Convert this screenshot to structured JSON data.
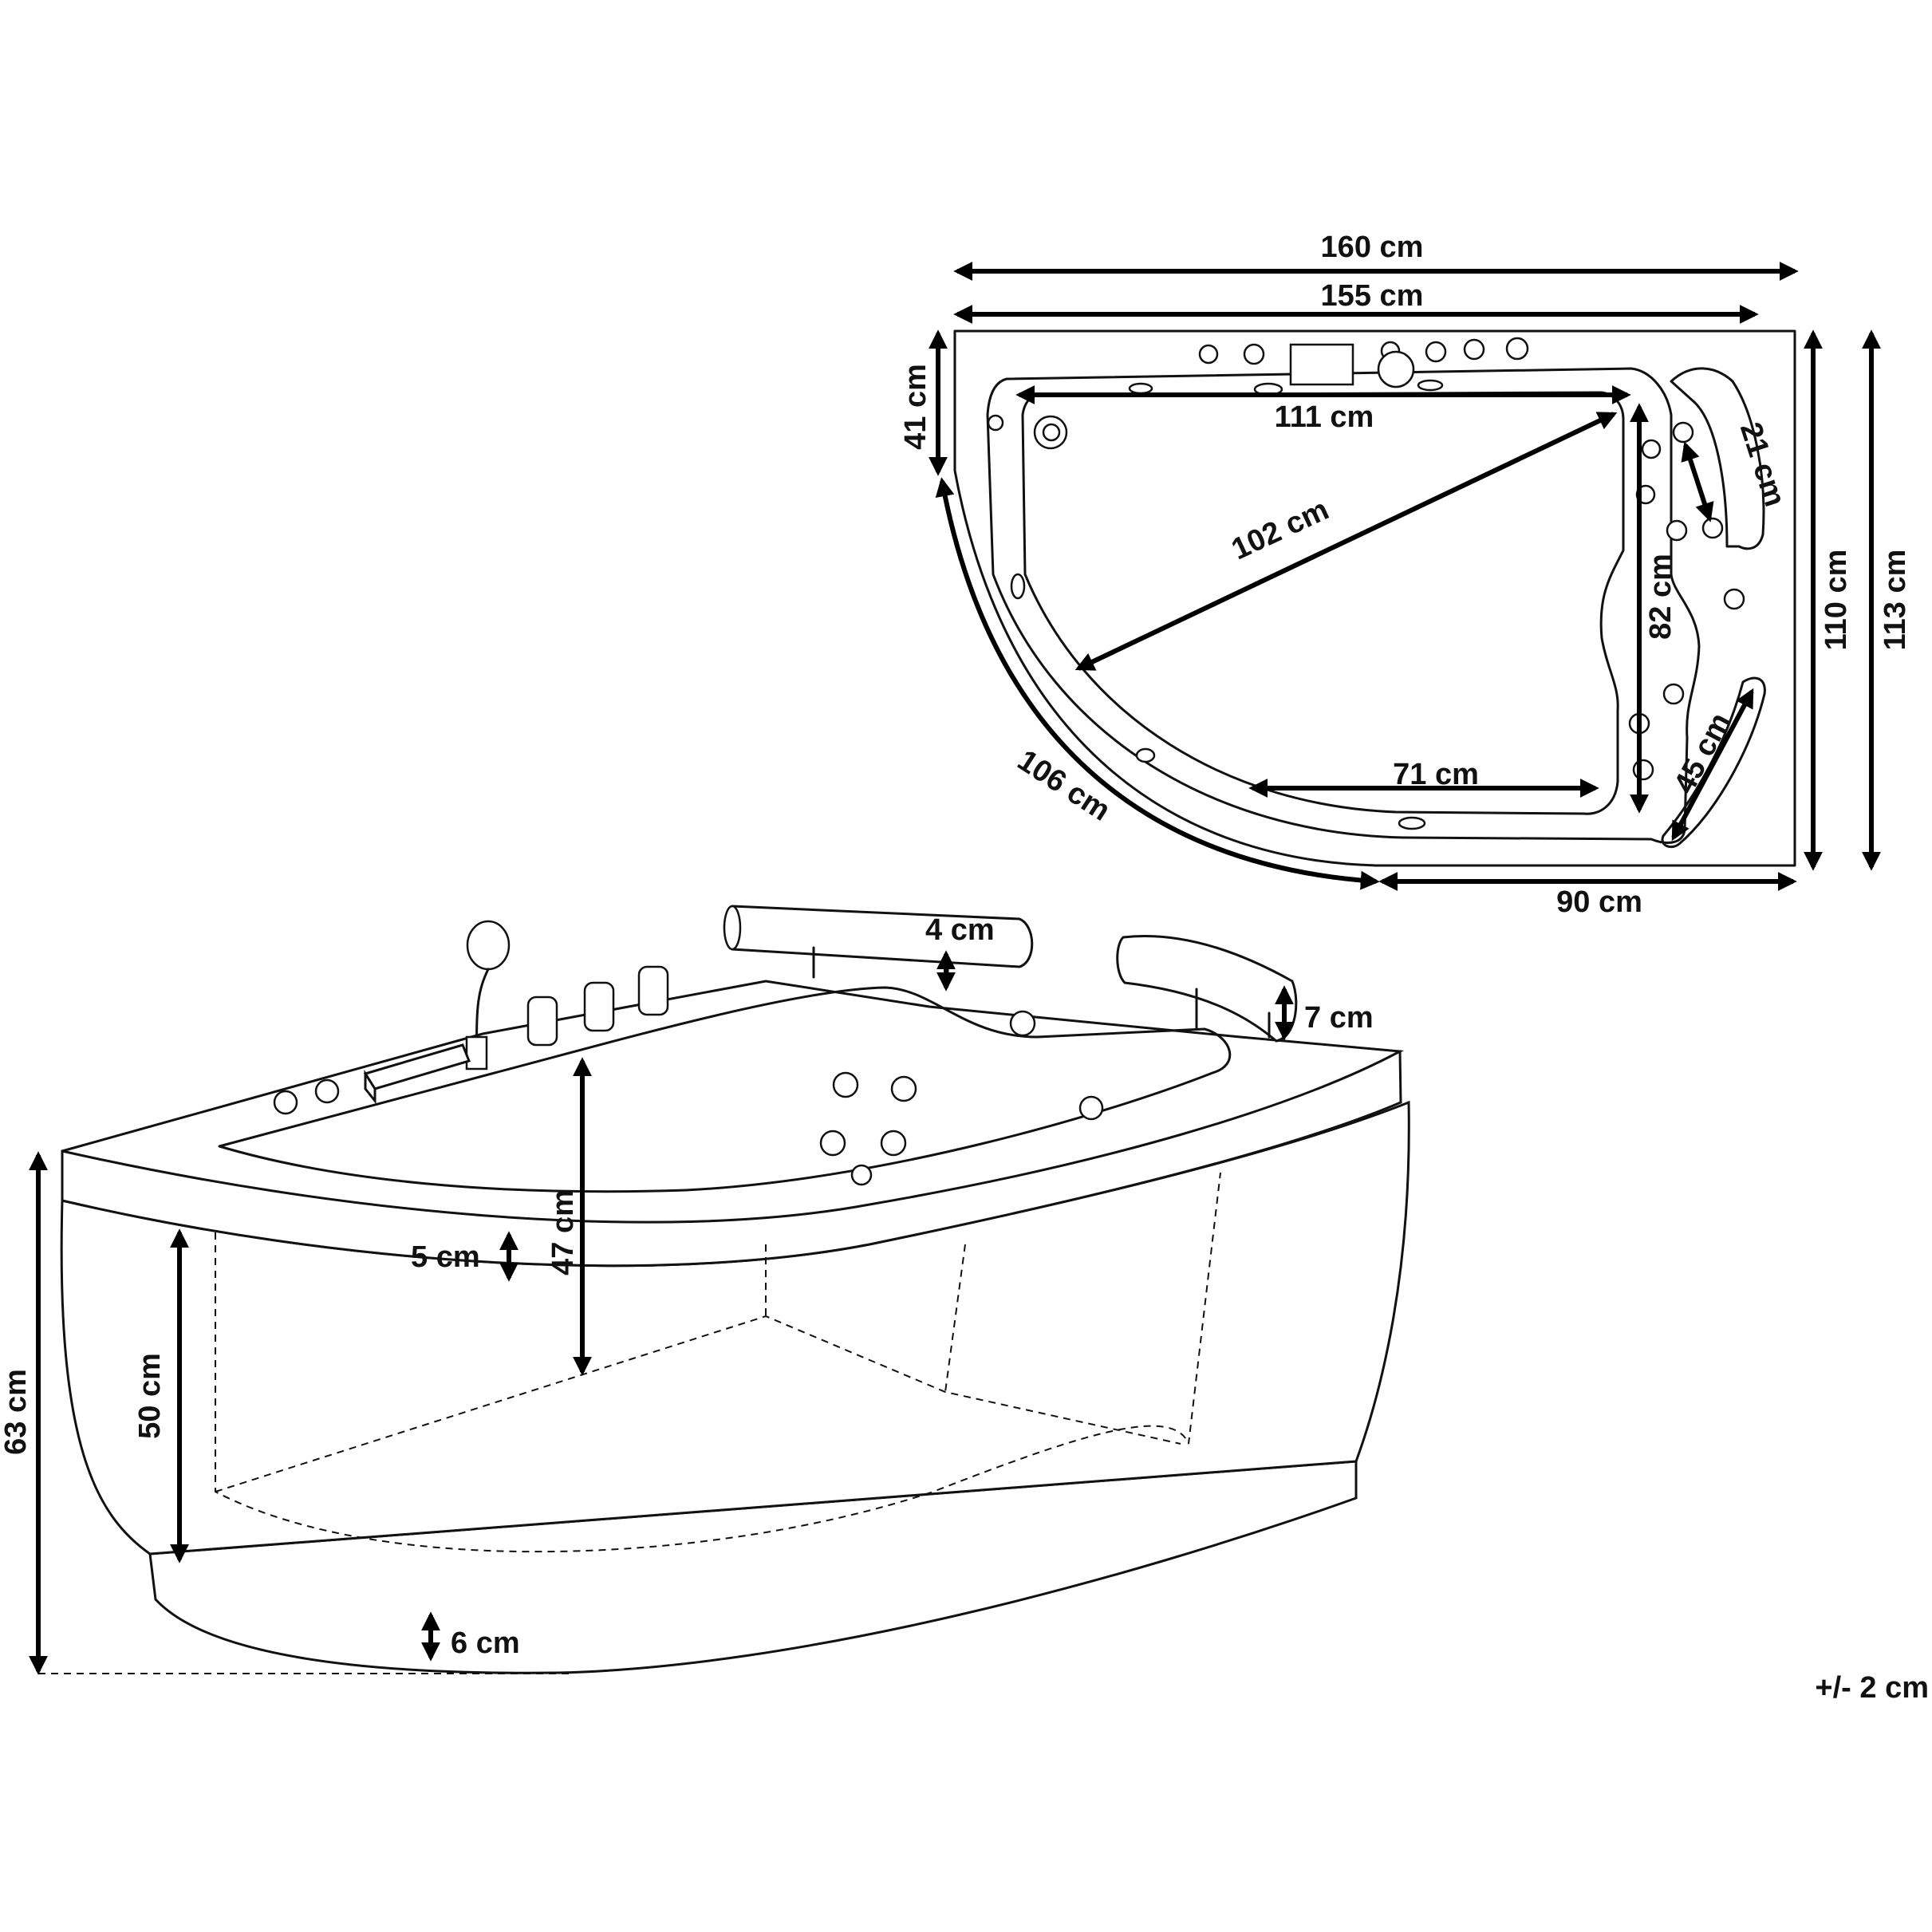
{
  "top_view": {
    "overall_width": "160 cm",
    "rim_width": "155 cm",
    "left_depth": "41 cm",
    "inner_length": "111 cm",
    "diagonal": "102 cm",
    "headrest_width": "21 cm",
    "inner_depth": "82 cm",
    "armrest_length": "45 cm",
    "bottom_length": "71 cm",
    "curve_length": "106 cm",
    "straight_side": "90 cm",
    "rim_depth": "110 cm",
    "overall_depth": "113 cm"
  },
  "side_view": {
    "headrest_height": "4 cm",
    "pillow_thickness": "7 cm",
    "water_depth": "47 cm",
    "rim_thickness": "5 cm",
    "panel_height": "50 cm",
    "total_height": "63 cm",
    "plinth_height": "6 cm"
  },
  "tolerance": "+/- 2 cm"
}
